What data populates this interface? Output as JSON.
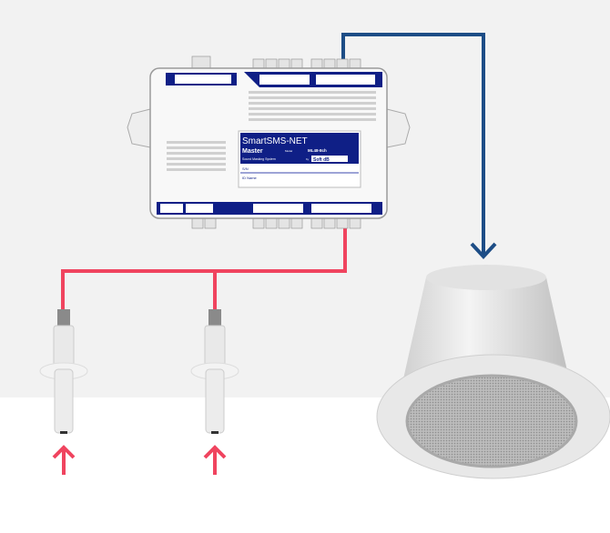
{
  "colors": {
    "background_top": "#f2f2f2",
    "background_bottom": "#ffffff",
    "output_wire": "#1d4d86",
    "input_wire": "#f0445f",
    "device_panel": "#0f1f86"
  },
  "controller": {
    "name": "SmartSMS-NET",
    "variant": "Master",
    "model_label": "Model",
    "model": "ML48-8ch",
    "subtitle": "Sound Masking System",
    "by_label": "by",
    "brand": "Soft dB",
    "serial_label": "S/N",
    "id_label": "ID Name"
  },
  "devices": {
    "sensors": [
      "microphone-sensor-1",
      "microphone-sensor-2"
    ],
    "speaker": "ceiling-speaker"
  }
}
